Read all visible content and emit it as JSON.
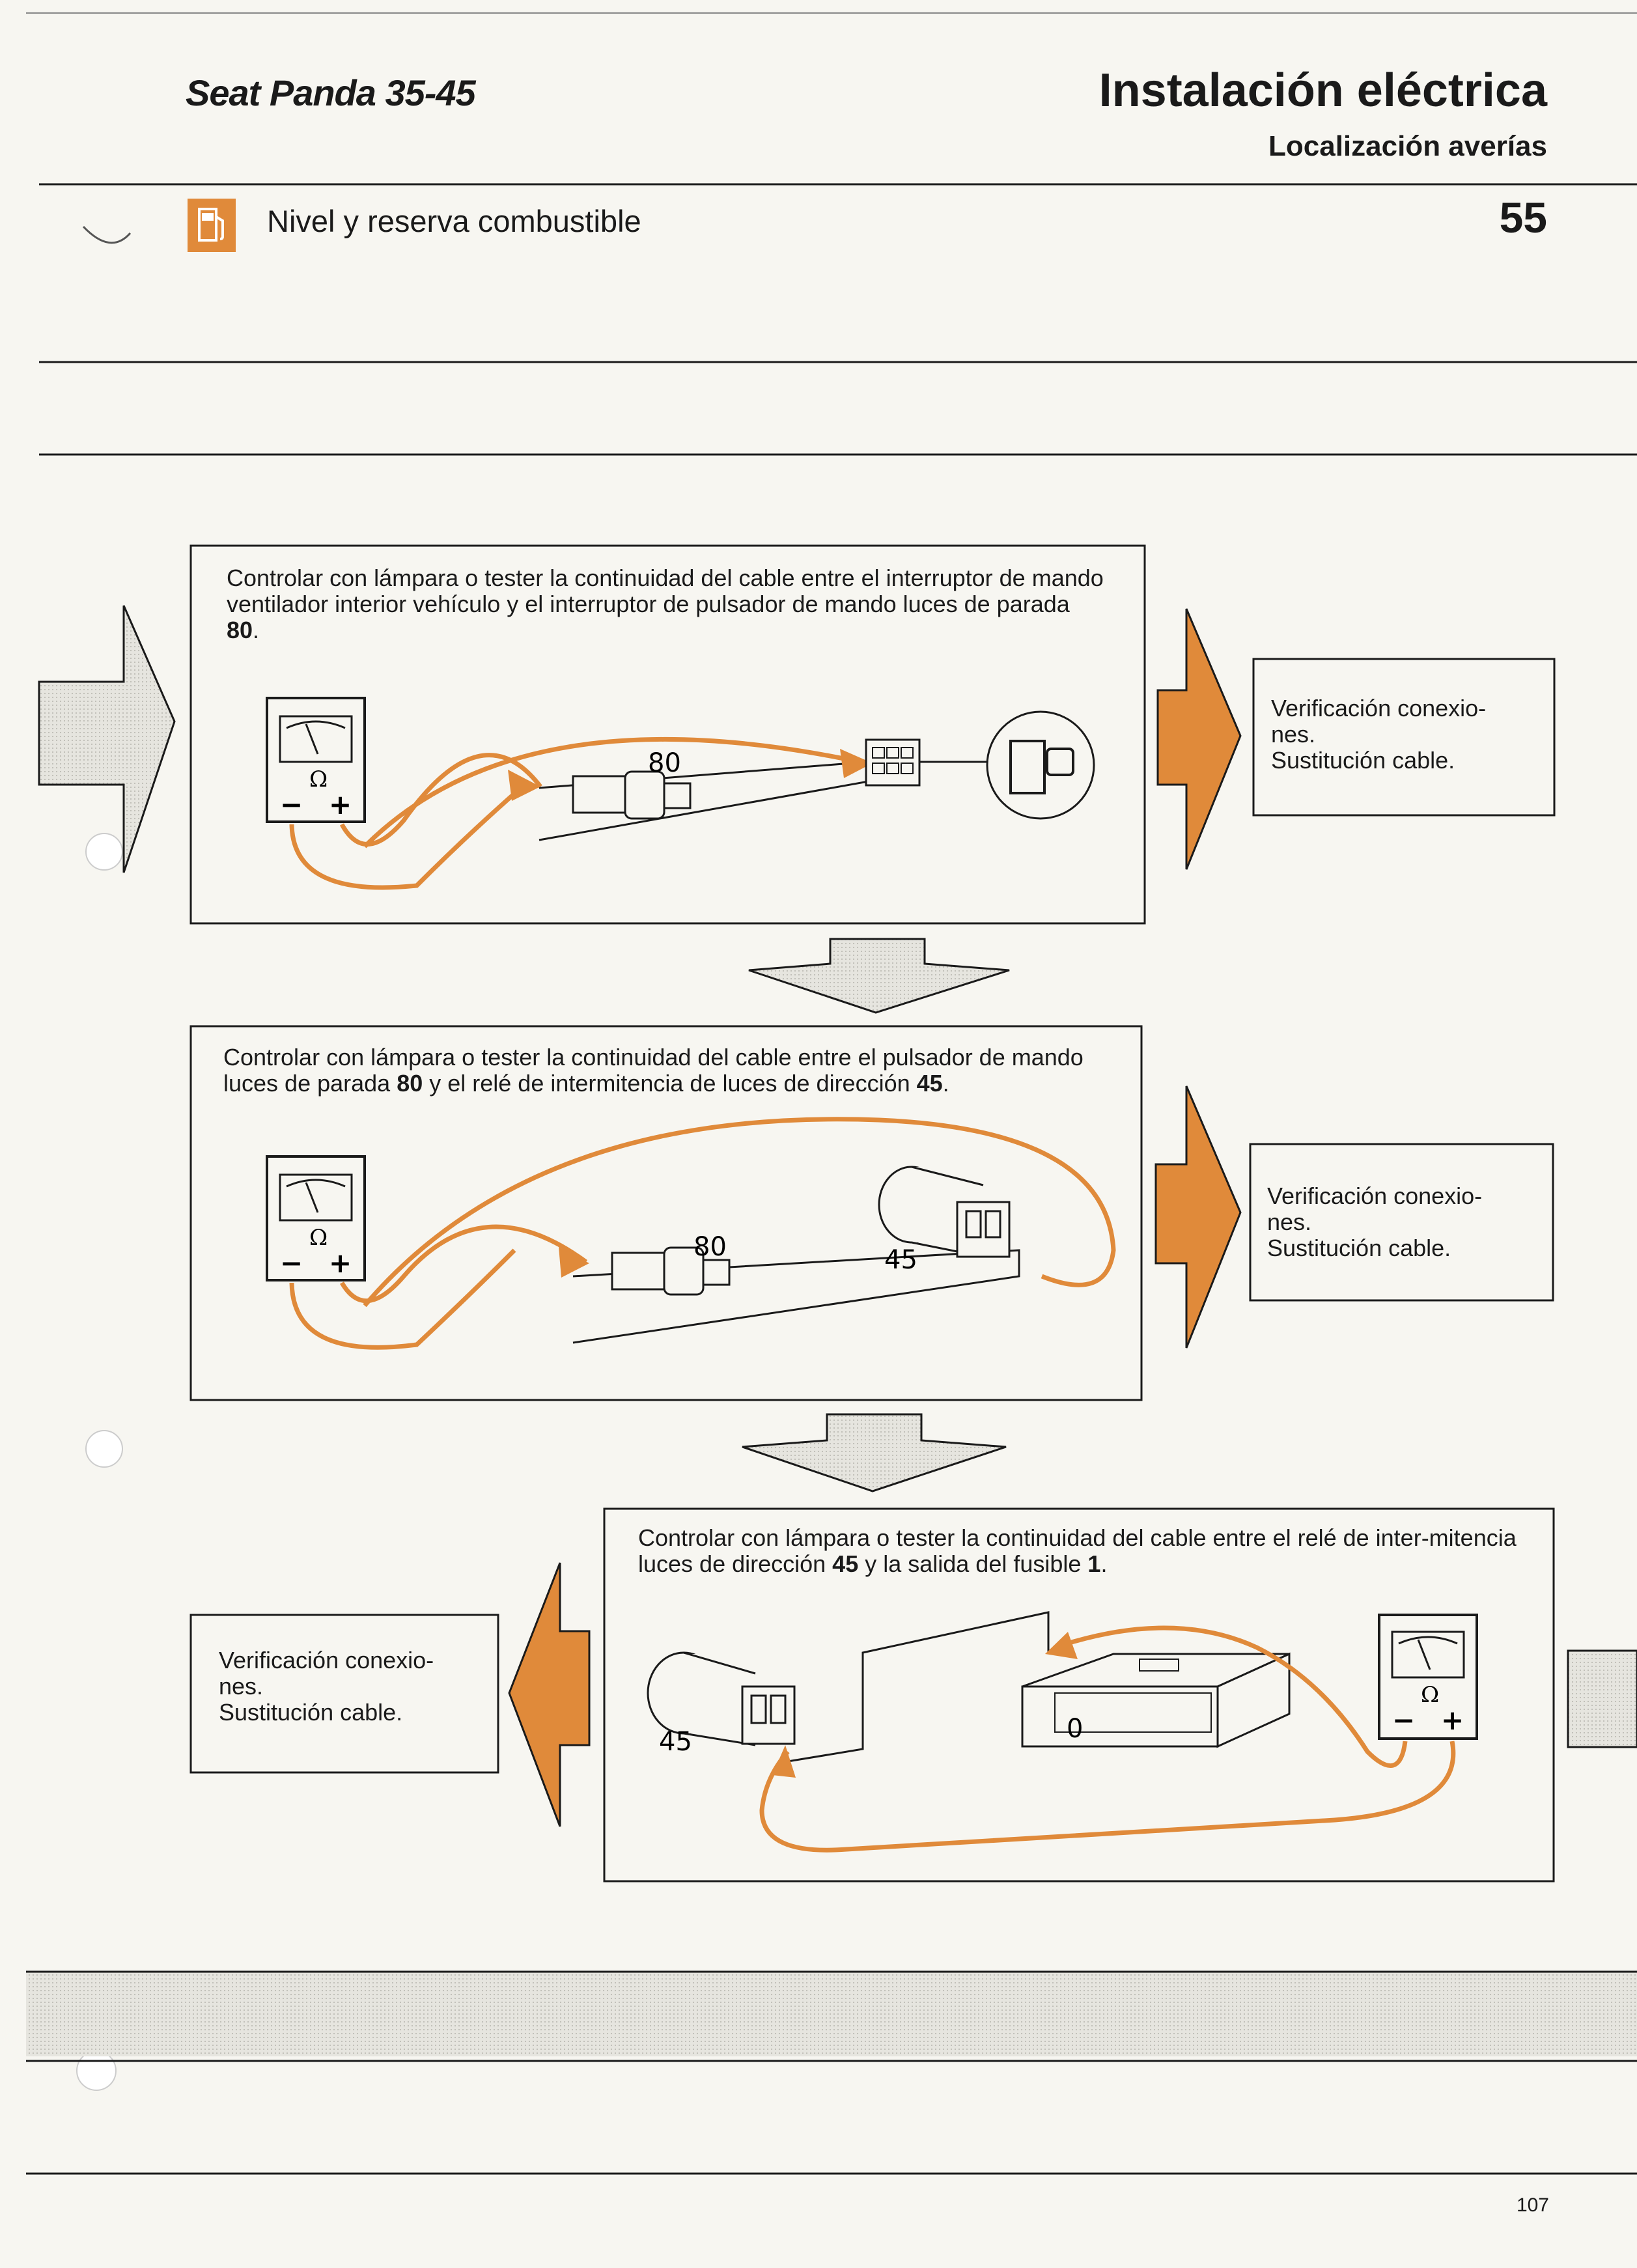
{
  "header": {
    "model": "Seat Panda 35-45",
    "title": "Instalación eléctrica",
    "subtitle": "Localización averías"
  },
  "section": {
    "label": "Nivel y reserva combustible",
    "number": "55",
    "icon": "fuel-pump-icon"
  },
  "steps": [
    {
      "text_before": "Controlar con lámpara o tester la continuidad del cable entre el interruptor de mando ventilador interior vehículo y el interruptor de pulsador de mando luces de parada ",
      "bold": "80",
      "text_after": ".",
      "component_labels": [
        "80"
      ],
      "meter_symbol": "Ω",
      "meter_minus": "−",
      "meter_plus": "+",
      "result": [
        "Verificación conexio-",
        "nes.",
        "Sustitución cable."
      ]
    },
    {
      "text_before": "Controlar con lámpara o tester la continuidad del cable entre el pulsador de mando luces de parada ",
      "bold": "80",
      "text_middle": " y el relé de intermitencia de luces de dirección ",
      "bold2": "45",
      "text_after": ".",
      "component_labels": [
        "80",
        "45"
      ],
      "meter_symbol": "Ω",
      "meter_minus": "−",
      "meter_plus": "+",
      "result": [
        "Verificación conexio-",
        "nes.",
        "Sustitución cable."
      ]
    },
    {
      "text_before": "Controlar con lámpara o tester la continuidad del cable entre el relé de inter-mitencia luces de dirección ",
      "bold": "45",
      "text_middle": " y la salida del fusible ",
      "bold2": "1",
      "text_after": ".",
      "component_labels": [
        "45"
      ],
      "fuse_label": "0",
      "meter_symbol": "Ω",
      "meter_minus": "−",
      "meter_plus": "+",
      "result": [
        "Verificación conexio-",
        "nes.",
        "Sustitución cable."
      ]
    }
  ],
  "footer": {
    "page_number": "107"
  },
  "colors": {
    "accent": "#e08a3a",
    "ink": "#1a1a1a",
    "paper": "#f7f6f1"
  }
}
